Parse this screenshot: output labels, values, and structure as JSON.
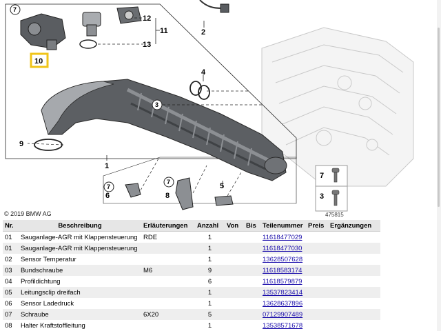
{
  "diagram": {
    "copyright": "© 2019 BMW AG",
    "diagram_id": "475815",
    "callouts": {
      "c1": "1",
      "c2": "2",
      "c3": "3",
      "c4": "4",
      "c5": "5",
      "c6": "6",
      "c7a": "7",
      "c7b": "7",
      "c7c": "7",
      "c8": "8",
      "c9": "9",
      "c10": "10",
      "c11": "11",
      "c12": "12",
      "c13": "13",
      "legend7": "7",
      "legend3": "3"
    }
  },
  "table": {
    "headers": {
      "nr": "Nr.",
      "desc": "Beschreibung",
      "notes": "Erläuterungen",
      "qty": "Anzahl",
      "from": "Von",
      "to": "Bis",
      "part": "Teilenummer",
      "price": "Preis",
      "extra": "Ergänzungen"
    },
    "rows": [
      {
        "nr": "01",
        "desc": "Sauganlage-AGR mit Klappensteuerung",
        "notes": "RDE",
        "qty": "1",
        "from": "",
        "to": "",
        "part": "11618477029",
        "price": "",
        "extra": ""
      },
      {
        "nr": "01",
        "desc": "Sauganlage-AGR mit Klappensteuerung",
        "notes": "",
        "qty": "1",
        "from": "",
        "to": "",
        "part": "11618477030",
        "price": "",
        "extra": ""
      },
      {
        "nr": "02",
        "desc": "Sensor Temperatur",
        "notes": "",
        "qty": "1",
        "from": "",
        "to": "",
        "part": "13628507628",
        "price": "",
        "extra": ""
      },
      {
        "nr": "03",
        "desc": "Bundschraube",
        "notes": "M6",
        "qty": "9",
        "from": "",
        "to": "",
        "part": "11618583174",
        "price": "",
        "extra": ""
      },
      {
        "nr": "04",
        "desc": "Profildichtung",
        "notes": "",
        "qty": "6",
        "from": "",
        "to": "",
        "part": "11618579879",
        "price": "",
        "extra": ""
      },
      {
        "nr": "05",
        "desc": "Leitungsclip dreifach",
        "notes": "",
        "qty": "1",
        "from": "",
        "to": "",
        "part": "13537823414",
        "price": "",
        "extra": ""
      },
      {
        "nr": "06",
        "desc": "Sensor Ladedruck",
        "notes": "",
        "qty": "1",
        "from": "",
        "to": "",
        "part": "13628637896",
        "price": "",
        "extra": ""
      },
      {
        "nr": "07",
        "desc": "Schraube",
        "notes": "6X20",
        "qty": "5",
        "from": "",
        "to": "",
        "part": "07129907489",
        "price": "",
        "extra": ""
      },
      {
        "nr": "08",
        "desc": "Halter Kraftstoffleitung",
        "notes": "",
        "qty": "1",
        "from": "",
        "to": "",
        "part": "13538571678",
        "price": "",
        "extra": ""
      }
    ]
  },
  "colors": {
    "link": "#1a0dab",
    "callout_highlight": "#f0c419",
    "header_bg": "#e6e6e6",
    "row_alt": "#eeeeee"
  }
}
